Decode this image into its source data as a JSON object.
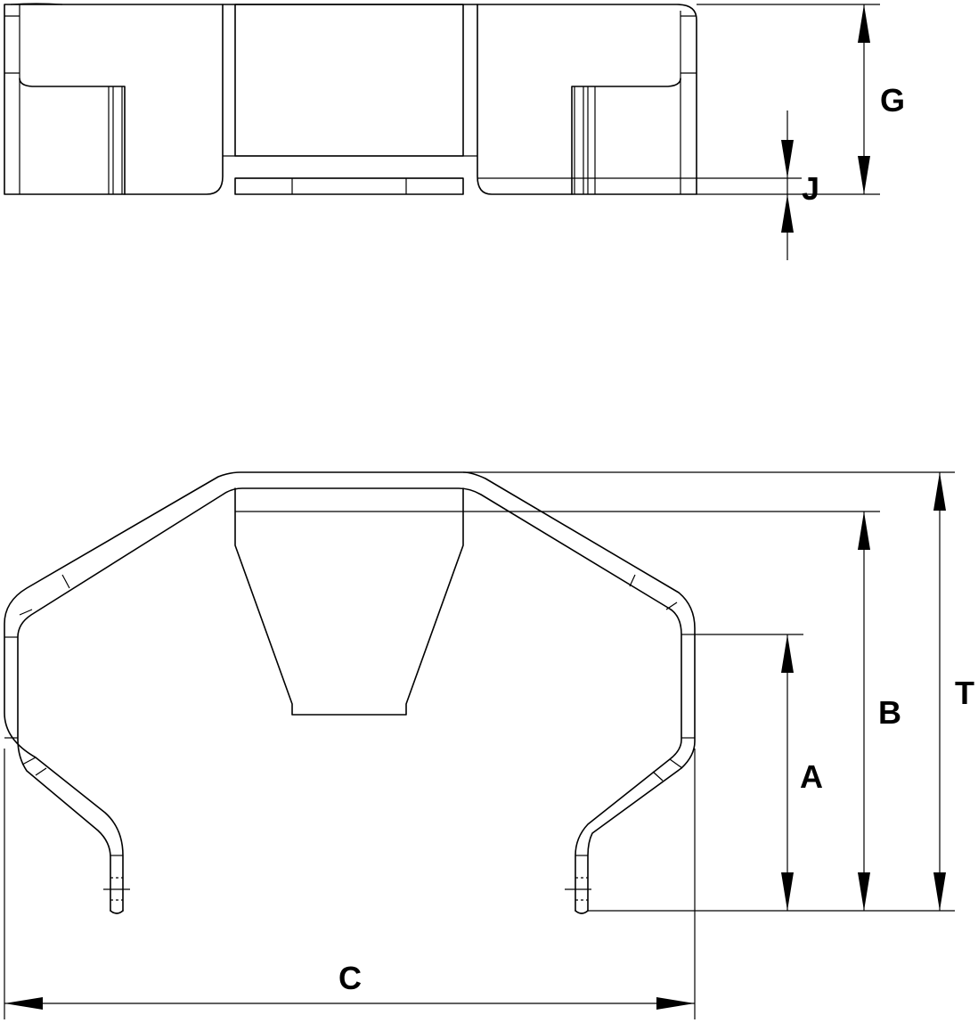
{
  "dimension_labels": {
    "G": "G",
    "J": "J",
    "A": "A",
    "B": "B",
    "T": "T",
    "C": "C"
  }
}
